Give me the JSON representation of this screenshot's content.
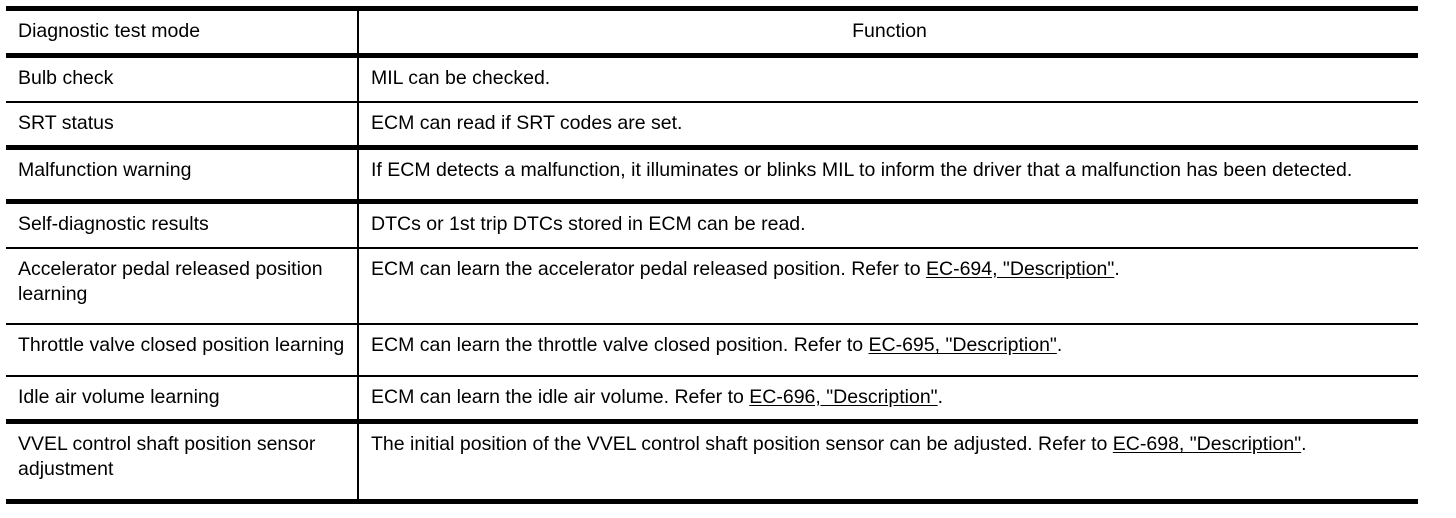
{
  "table": {
    "headers": {
      "mode": "Diagnostic test mode",
      "function": "Function"
    },
    "rows": [
      {
        "mode": "Bulb check",
        "function_pre": "MIL can be checked.",
        "link": "",
        "function_post": ""
      },
      {
        "mode": "SRT status",
        "function_pre": "ECM can read if SRT codes are set.",
        "link": "",
        "function_post": ""
      },
      {
        "mode": "Malfunction warning",
        "function_pre": "If ECM detects a malfunction, it illuminates or blinks MIL to inform the driver that a malfunction has been detected.",
        "link": "",
        "function_post": ""
      },
      {
        "mode": "Self-diagnostic results",
        "function_pre": "DTCs or 1st trip DTCs stored in ECM can be read.",
        "link": "",
        "function_post": ""
      },
      {
        "mode": "Accelerator pedal released position learning",
        "function_pre": "ECM can learn the accelerator pedal released position. Refer to ",
        "link": "EC-694, \"Description\"",
        "function_post": "."
      },
      {
        "mode": "Throttle valve closed position learning",
        "function_pre": "ECM can learn the throttle valve closed position. Refer to ",
        "link": "EC-695, \"Description\"",
        "function_post": "."
      },
      {
        "mode": "Idle air volume learning",
        "function_pre": "ECM can learn the idle air volume. Refer to ",
        "link": "EC-696, \"Description\"",
        "function_post": "."
      },
      {
        "mode": "VVEL control shaft position sensor adjustment",
        "function_pre": "The initial position of the VVEL control shaft position sensor can be adjusted. Refer to ",
        "link": "EC-698, \"Description\"",
        "function_post": "."
      }
    ]
  },
  "colors": {
    "text": "#000000",
    "rule": "#000000",
    "background": "#ffffff"
  }
}
